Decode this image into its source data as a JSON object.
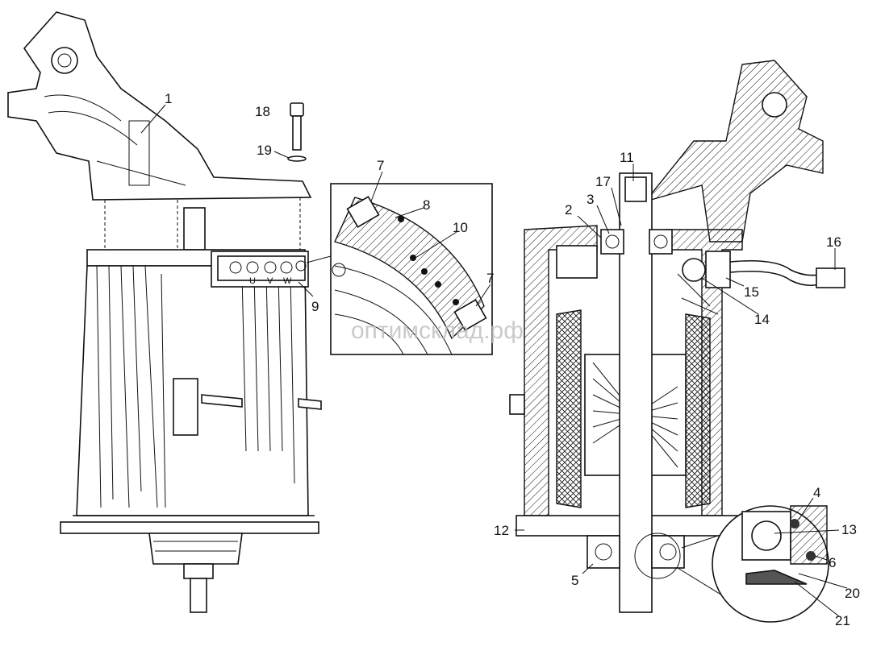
{
  "figure": {
    "watermark": "оптимсклад.рф",
    "terminal_labels": [
      "U",
      "V",
      "W"
    ],
    "callouts": {
      "c1": "1",
      "c2": "2",
      "c3": "3",
      "c4": "4",
      "c5": "5",
      "c6": "6",
      "c7a": "7",
      "c7b": "7",
      "c8": "8",
      "c9": "9",
      "c10": "10",
      "c11": "11",
      "c12": "12",
      "c13": "13",
      "c14": "14",
      "c15": "15",
      "c16": "16",
      "c17": "17",
      "c18": "18",
      "c19": "19",
      "c20": "20",
      "c21": "21"
    }
  }
}
